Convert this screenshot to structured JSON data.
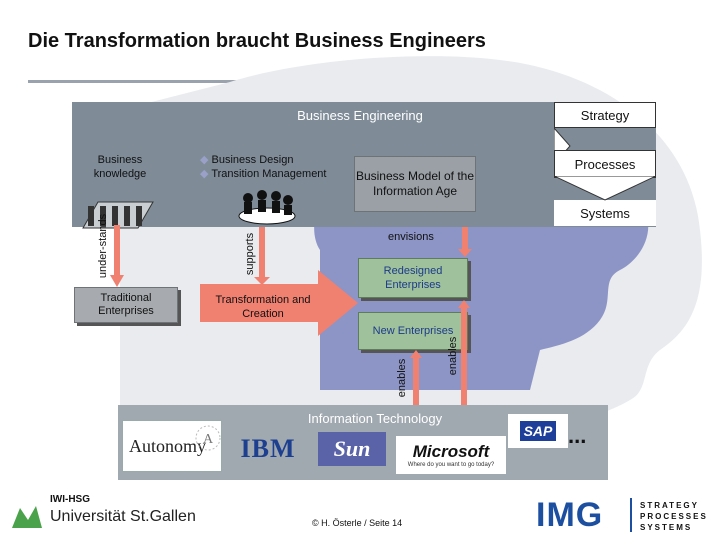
{
  "title": "Die Transformation braucht Business Engineers",
  "business_engineering": "Business Engineering",
  "business_knowledge": "Business knowledge",
  "bullets": [
    "Business Design",
    "Transition Management"
  ],
  "business_model": "Business Model of the Information Age",
  "strategy": "Strategy",
  "processes": "Processes",
  "systems": "Systems",
  "understands": "under-stands",
  "supports": "supports",
  "envisions": "envisions",
  "traditional": "Traditional Enterprises",
  "transformation": "Transformation and Creation",
  "redesigned": "Redesigned Enterprises",
  "new_enterprises": "New Enterprises",
  "enables_1": "enables",
  "enables_2": "enables",
  "information_technology": "Information Technology",
  "logos": {
    "autonomy": "Autonomy",
    "ibm": "IBM",
    "sun": "Sun",
    "microsoft": "Microsoft",
    "microsoft_tagline": "Where do you want to go today?",
    "sap": "SAP",
    "more": "..."
  },
  "footer": {
    "iwi": "IWI-HSG",
    "university": "Universität St.Gallen",
    "copyright": "© H. Österle / Seite 14",
    "img": "IMG",
    "img_tagline": [
      "STRATEGY",
      "PROCESSES",
      "SYSTEMS"
    ]
  },
  "colors": {
    "band": "#7f8c98",
    "head": "#7f8cc0",
    "green": "#9fc29d",
    "arrow": "#f08070",
    "img_blue": "#1d4fa0"
  }
}
